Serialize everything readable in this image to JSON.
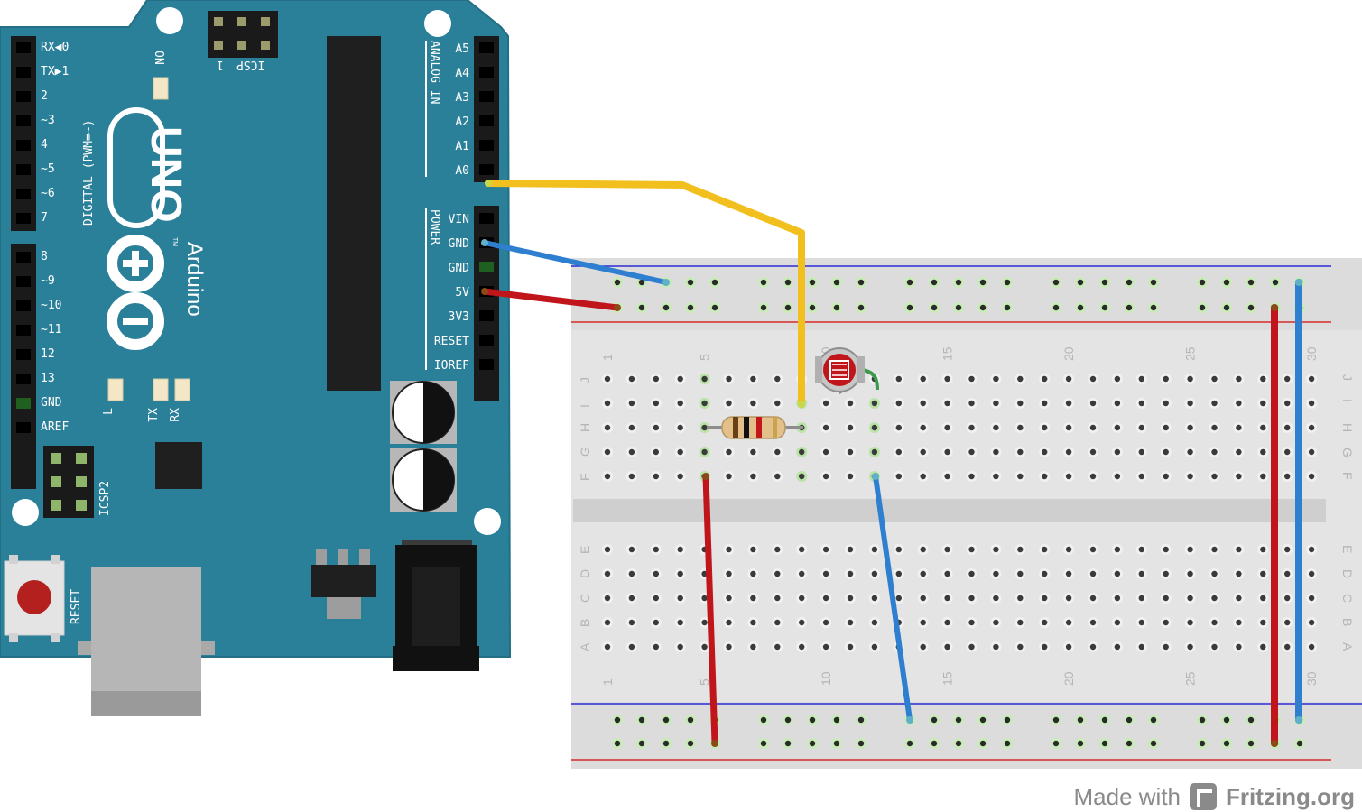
{
  "arduino": {
    "board_name": "UNO",
    "brand": "Arduino",
    "tm": "TM",
    "digital_header": "DIGITAL (PWM=~)",
    "analog_header": "ANALOG IN",
    "power_header": "POWER",
    "icsp_label": "ICSP",
    "icsp_pin1": "1",
    "icsp2_label": "ICSP2",
    "reset_label": "RESET",
    "on_label": "ON",
    "led_labels": [
      "L",
      "TX",
      "RX"
    ],
    "digital_pins": [
      "RX◀0",
      "TX▶1",
      "2",
      "~3",
      "4",
      "~5",
      "~6",
      "7",
      "8",
      "~9",
      "~10",
      "~11",
      "12",
      "13",
      "GND",
      "AREF"
    ],
    "analog_pins": [
      "A5",
      "A4",
      "A3",
      "A2",
      "A1",
      "A0"
    ],
    "power_pins": [
      "VIN",
      "GND",
      "GND",
      "5V",
      "3V3",
      "RESET",
      "IOREF"
    ]
  },
  "breadboard": {
    "row_letters_top": [
      "J",
      "I",
      "H",
      "G",
      "F"
    ],
    "row_letters_bottom": [
      "E",
      "D",
      "C",
      "B",
      "A"
    ],
    "column_numbers": [
      "1",
      "5",
      "10",
      "15",
      "20",
      "25",
      "30"
    ]
  },
  "wires": [
    {
      "name": "A0 to photoresistor",
      "color": "#f2c01e"
    },
    {
      "name": "GND to ground rail",
      "color": "#2f7fd1"
    },
    {
      "name": "5V to power rail",
      "color": "#c0161b"
    }
  ],
  "footer": {
    "made_with": "Made with",
    "brand": "Fritzing.org"
  }
}
